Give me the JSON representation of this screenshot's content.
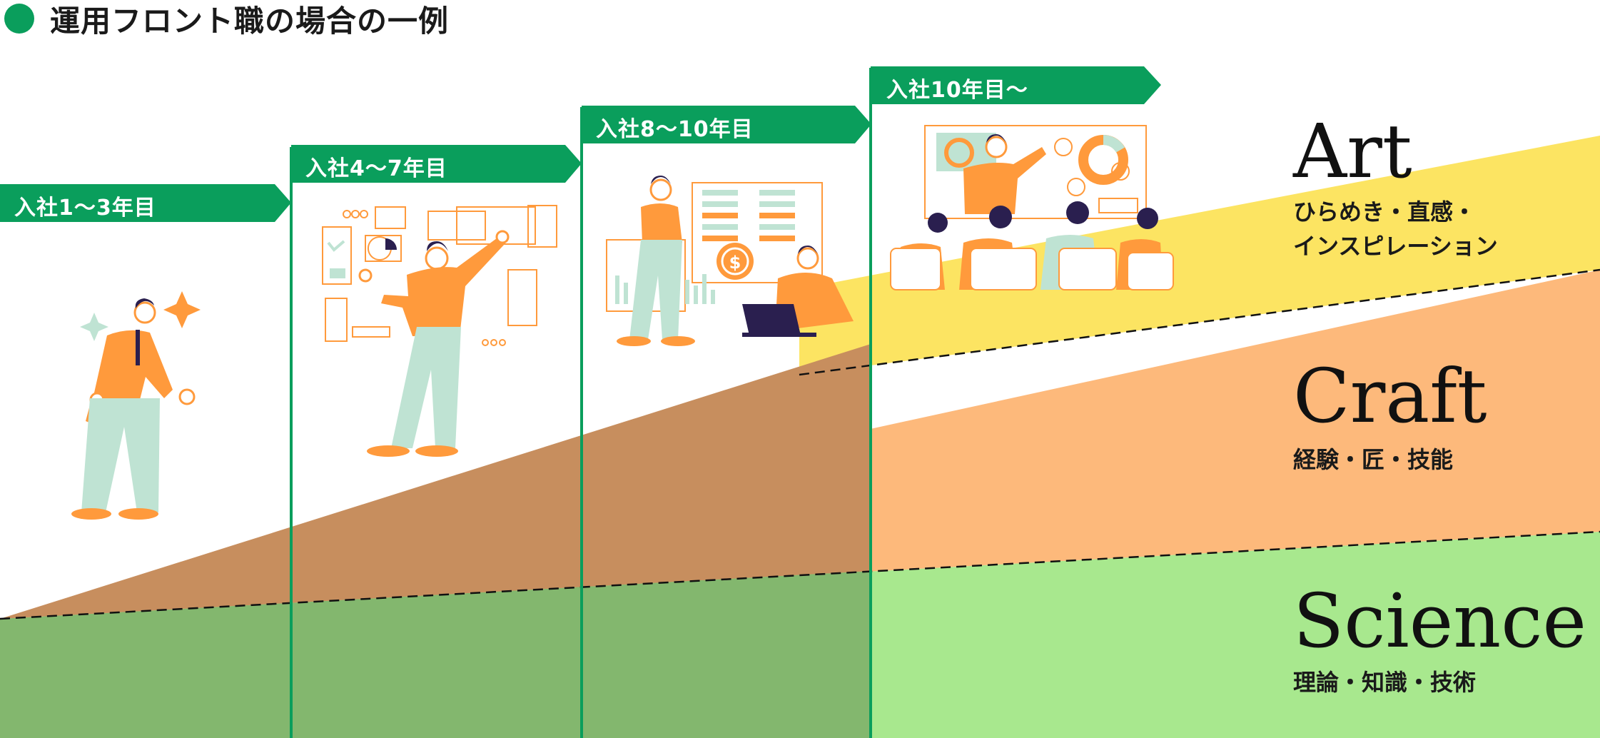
{
  "header": {
    "title": "運用フロント職の場合の一例"
  },
  "stages": [
    {
      "label": "入社1～3年目"
    },
    {
      "label": "入社4～7年目"
    },
    {
      "label": "入社8～10年目"
    },
    {
      "label": "入社10年目～"
    }
  ],
  "categories": {
    "art": {
      "name": "Art",
      "desc_line1": "ひらめき・直感・",
      "desc_line2": "インスピレーション"
    },
    "craft": {
      "name": "Craft",
      "desc": "経験・匠・技能"
    },
    "science": {
      "name": "Science",
      "desc": "理論・知識・技術"
    }
  },
  "colors": {
    "accent_green": "#0a9e5c",
    "science_bg": "#a8e88e",
    "science_shaded": "#83b76e",
    "craft_bg": "#fdb97b",
    "craft_shaded": "#c78e5e",
    "art_bg": "#fce462",
    "figure_orange": "#ff9a3c",
    "figure_mint": "#bfe3d3",
    "figure_navy": "#2a1f4f"
  },
  "illustrations": [
    {
      "icon": "person-standing-icon"
    },
    {
      "icon": "person-presenting-icon"
    },
    {
      "icon": "people-working-icon"
    },
    {
      "icon": "team-meeting-icon"
    }
  ]
}
